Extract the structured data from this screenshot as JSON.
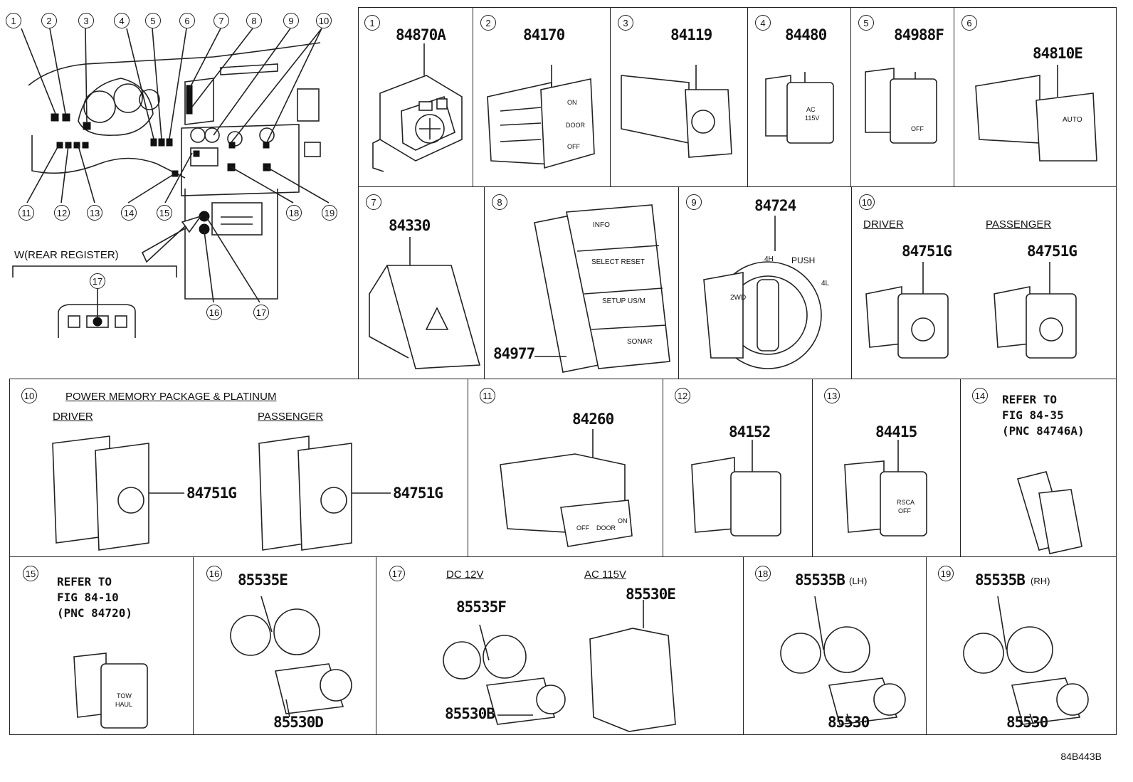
{
  "overview": {
    "callouts": [
      "1",
      "2",
      "3",
      "4",
      "5",
      "6",
      "7",
      "8",
      "9",
      "10",
      "11",
      "12",
      "13",
      "14",
      "15",
      "16",
      "17",
      "18",
      "19"
    ],
    "rear_register_label": "W(REAR REGISTER)",
    "rear_callout": "17"
  },
  "row1": [
    {
      "index": "1",
      "part": "84870A"
    },
    {
      "index": "2",
      "part": "84170",
      "labels": [
        "ON",
        "DOOR",
        "OFF"
      ]
    },
    {
      "index": "3",
      "part": "84119"
    },
    {
      "index": "4",
      "part": "84480",
      "labels": [
        "AC",
        "115V"
      ]
    },
    {
      "index": "5",
      "part": "84988F",
      "labels": [
        "OFF"
      ]
    },
    {
      "index": "6",
      "part": "84810E",
      "labels": [
        "AUTO"
      ]
    }
  ],
  "row2": [
    {
      "index": "7",
      "part": "84330"
    },
    {
      "index": "8",
      "part": "84977",
      "labels": [
        "INFO",
        "SELECT RESET",
        "SETUP US/M",
        "SONAR"
      ]
    },
    {
      "index": "9",
      "part": "84724",
      "labels": [
        "4H",
        "PUSH",
        "4L",
        "2WD"
      ]
    },
    {
      "index": "10",
      "driver_label": "DRIVER",
      "passenger_label": "PASSENGER",
      "driver_part": "84751G",
      "passenger_part": "84751G"
    }
  ],
  "row3": {
    "cell10": {
      "index": "10",
      "title": "POWER MEMORY PACKAGE & PLATINUM",
      "driver_label": "DRIVER",
      "passenger_label": "PASSENGER",
      "driver_part": "84751G",
      "passenger_part": "84751G"
    },
    "cell11": {
      "index": "11",
      "part": "84260",
      "labels": [
        "OFF",
        "DOOR",
        "ON"
      ]
    },
    "cell12": {
      "index": "12",
      "part": "84152"
    },
    "cell13": {
      "index": "13",
      "part": "84415",
      "labels": [
        "RSCA",
        "OFF"
      ]
    },
    "cell14": {
      "index": "14",
      "refer": "REFER TO\nFIG 84-35\n(PNC 84746A)"
    }
  },
  "row4": {
    "cell15": {
      "index": "15",
      "refer": "REFER TO\nFIG 84-10\n(PNC 84720)",
      "labels": [
        "TOW",
        "HAUL"
      ]
    },
    "cell16": {
      "index": "16",
      "part_top": "85535E",
      "part_bottom": "85530D"
    },
    "cell17": {
      "index": "17",
      "dc_label": "DC 12V",
      "ac_label": "AC 115V",
      "dc_part": "85535F",
      "dc_bottom": "85530B",
      "ac_part": "85530E"
    },
    "cell18": {
      "index": "18",
      "part_top": "85535B",
      "side": "(LH)",
      "part_bottom": "85530"
    },
    "cell19": {
      "index": "19",
      "part_top": "85535B",
      "side": "(RH)",
      "part_bottom": "85530"
    }
  },
  "footer_code": "84B443B",
  "colors": {
    "line": "#222222",
    "background": "#ffffff"
  }
}
